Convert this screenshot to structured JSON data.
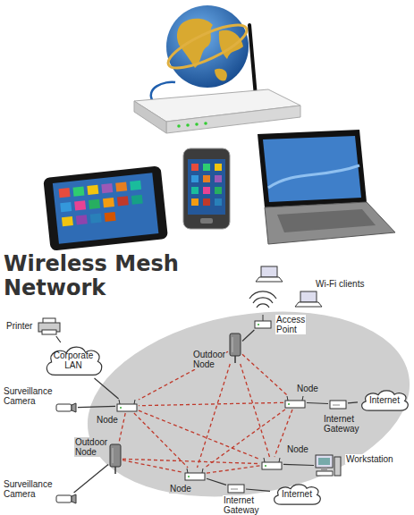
{
  "diagram": {
    "title": "Wireless Mesh Network",
    "nodes": [
      {
        "text": [
          "Printer"
        ]
      },
      {
        "text": [
          "Access Point"
        ]
      },
      {
        "text": [
          "Corporate LAN"
        ]
      },
      {
        "text": [
          "Outdoor Node"
        ]
      },
      {
        "text": [
          "Node"
        ]
      },
      {
        "text": [
          "Internet"
        ]
      },
      {
        "text": [
          "Surveillance Camera"
        ]
      },
      {
        "text": [
          "Node"
        ]
      },
      {
        "text": [
          "Internet Gateway"
        ]
      },
      {
        "text": [
          "Node"
        ]
      },
      {
        "text": [
          "Workstation"
        ]
      },
      {
        "text": [
          "Outdoor Node"
        ]
      },
      {
        "text": [
          "Surveillance Camera"
        ]
      },
      {
        "text": [
          "Node"
        ]
      },
      {
        "text": [
          "Internet Gateway"
        ]
      },
      {
        "text": [
          "Internet"
        ]
      }
    ],
    "edges": [
      {
        "from": 0,
        "to": 2,
        "arrow": "none"
      },
      {
        "from": 2,
        "to": 7,
        "arrow": "none"
      },
      {
        "from": 6,
        "to": 7,
        "arrow": "none"
      },
      {
        "from": 1,
        "to": 3,
        "arrow": "none"
      },
      {
        "from": 4,
        "to": 8,
        "arrow": "none"
      },
      {
        "from": 8,
        "to": 5,
        "arrow": "none"
      },
      {
        "from": 9,
        "to": 10,
        "arrow": "none"
      },
      {
        "from": 12,
        "to": 11,
        "arrow": "none"
      },
      {
        "from": 13,
        "to": 14,
        "arrow": "none"
      },
      {
        "from": 14,
        "to": 15,
        "arrow": "none"
      },
      {
        "from": 3,
        "to": 4,
        "arrow": "none"
      },
      {
        "from": 3,
        "to": 7,
        "arrow": "none"
      },
      {
        "from": 3,
        "to": 9,
        "arrow": "none"
      },
      {
        "from": 3,
        "to": 13,
        "arrow": "none"
      },
      {
        "from": 4,
        "to": 7,
        "arrow": "none"
      },
      {
        "from": 4,
        "to": 9,
        "arrow": "none"
      },
      {
        "from": 4,
        "to": 13,
        "arrow": "none"
      },
      {
        "from": 7,
        "to": 9,
        "arrow": "none"
      },
      {
        "from": 7,
        "to": 11,
        "arrow": "none"
      },
      {
        "from": 7,
        "to": 13,
        "arrow": "none"
      },
      {
        "from": 11,
        "to": 13,
        "arrow": "none"
      },
      {
        "from": 11,
        "to": 9,
        "arrow": "none"
      },
      {
        "from": 13,
        "to": 9,
        "arrow": "none"
      }
    ],
    "labels": [
      "Wi-Fi clients"
    ]
  }
}
